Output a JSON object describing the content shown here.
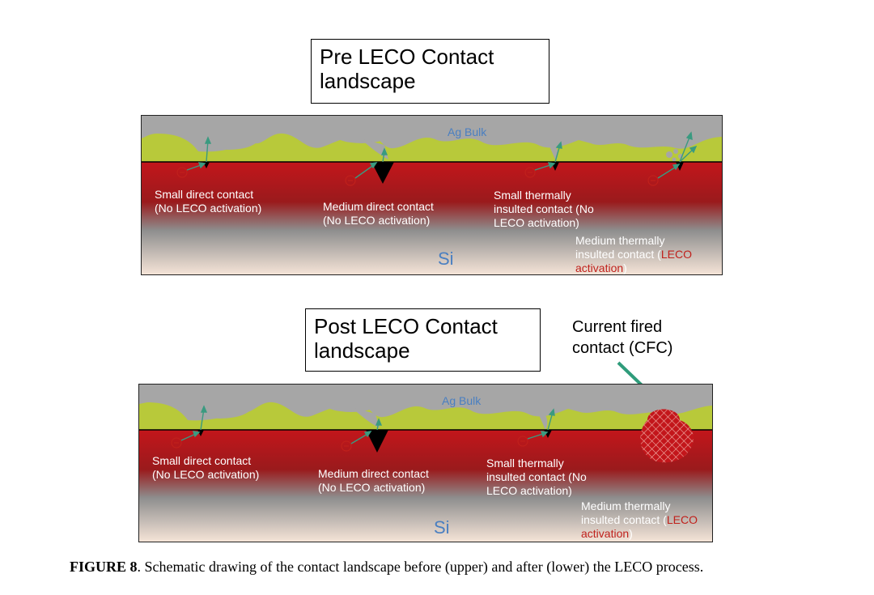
{
  "pre": {
    "title_line1": "Pre LECO Contact",
    "title_line2": "landscape",
    "ag_label": "Ag Bulk",
    "si_label": "Si",
    "contacts": {
      "small_direct": [
        "Small direct contact",
        "(No LECO activation)"
      ],
      "medium_direct": [
        "Medium direct contact",
        "(No LECO activation)"
      ],
      "small_thermal": [
        "Small thermally",
        "insulted contact (No",
        "LECO activation)"
      ],
      "medium_thermal": {
        "line1": "Medium thermally",
        "line2_white": "insulted contact (",
        "line2_red": "LECO",
        "line3_red": "activation",
        "line3_white": ")"
      }
    }
  },
  "post": {
    "title_line1": "Post LECO Contact",
    "title_line2": "landscape",
    "ag_label": "Ag Bulk",
    "si_label": "Si",
    "cfc_line1": "Current fired",
    "cfc_line2": "contact (CFC)",
    "contacts": {
      "small_direct": [
        "Small direct contact",
        "(No LECO activation)"
      ],
      "medium_direct": [
        "Medium direct contact",
        "(No LECO activation)"
      ],
      "small_thermal": [
        "Small thermally",
        "insulted contact (No",
        "LECO activation)"
      ],
      "medium_thermal": {
        "line1": "Medium thermally",
        "line2_white": "insulted contact (",
        "line2_red": "LECO",
        "line3_red": "activation",
        "line3_white": ")"
      }
    }
  },
  "caption": {
    "label": "FIGURE 8",
    "text": ". Schematic drawing of the contact landscape before (upper) and after (lower) the LECO process."
  },
  "colors": {
    "ag": "#a6a6a6",
    "glass": "#b8c93a",
    "si_top": "#c3161b",
    "si_mid": "#8a8a8a",
    "si_bottom": "#f8e4d6",
    "arrow": "#3a9a80",
    "electron": "#c0211c",
    "cfc_arrow": "#2f9c7b"
  }
}
